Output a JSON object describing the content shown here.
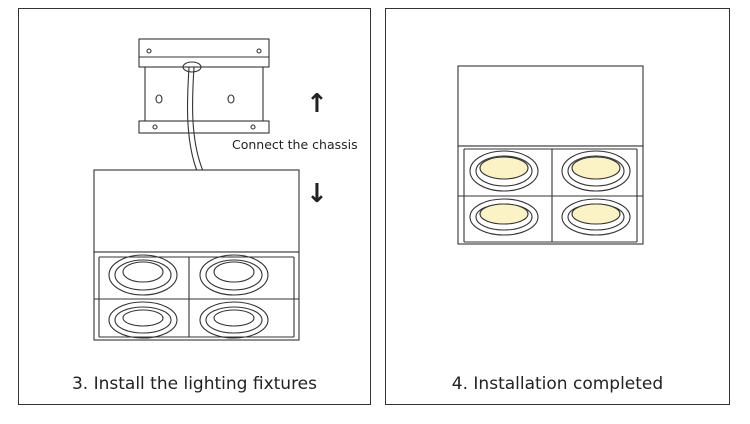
{
  "panels": {
    "left": {
      "caption": "3. Install the lighting fixtures",
      "note": "Connect the chassis",
      "arrow_up": "↑",
      "arrow_down": "↓"
    },
    "right": {
      "caption": "4. Installation completed"
    }
  },
  "colors": {
    "stroke": "#333333",
    "lit_lens": "#fbf3c6",
    "dark_lens": "#ffffff"
  }
}
